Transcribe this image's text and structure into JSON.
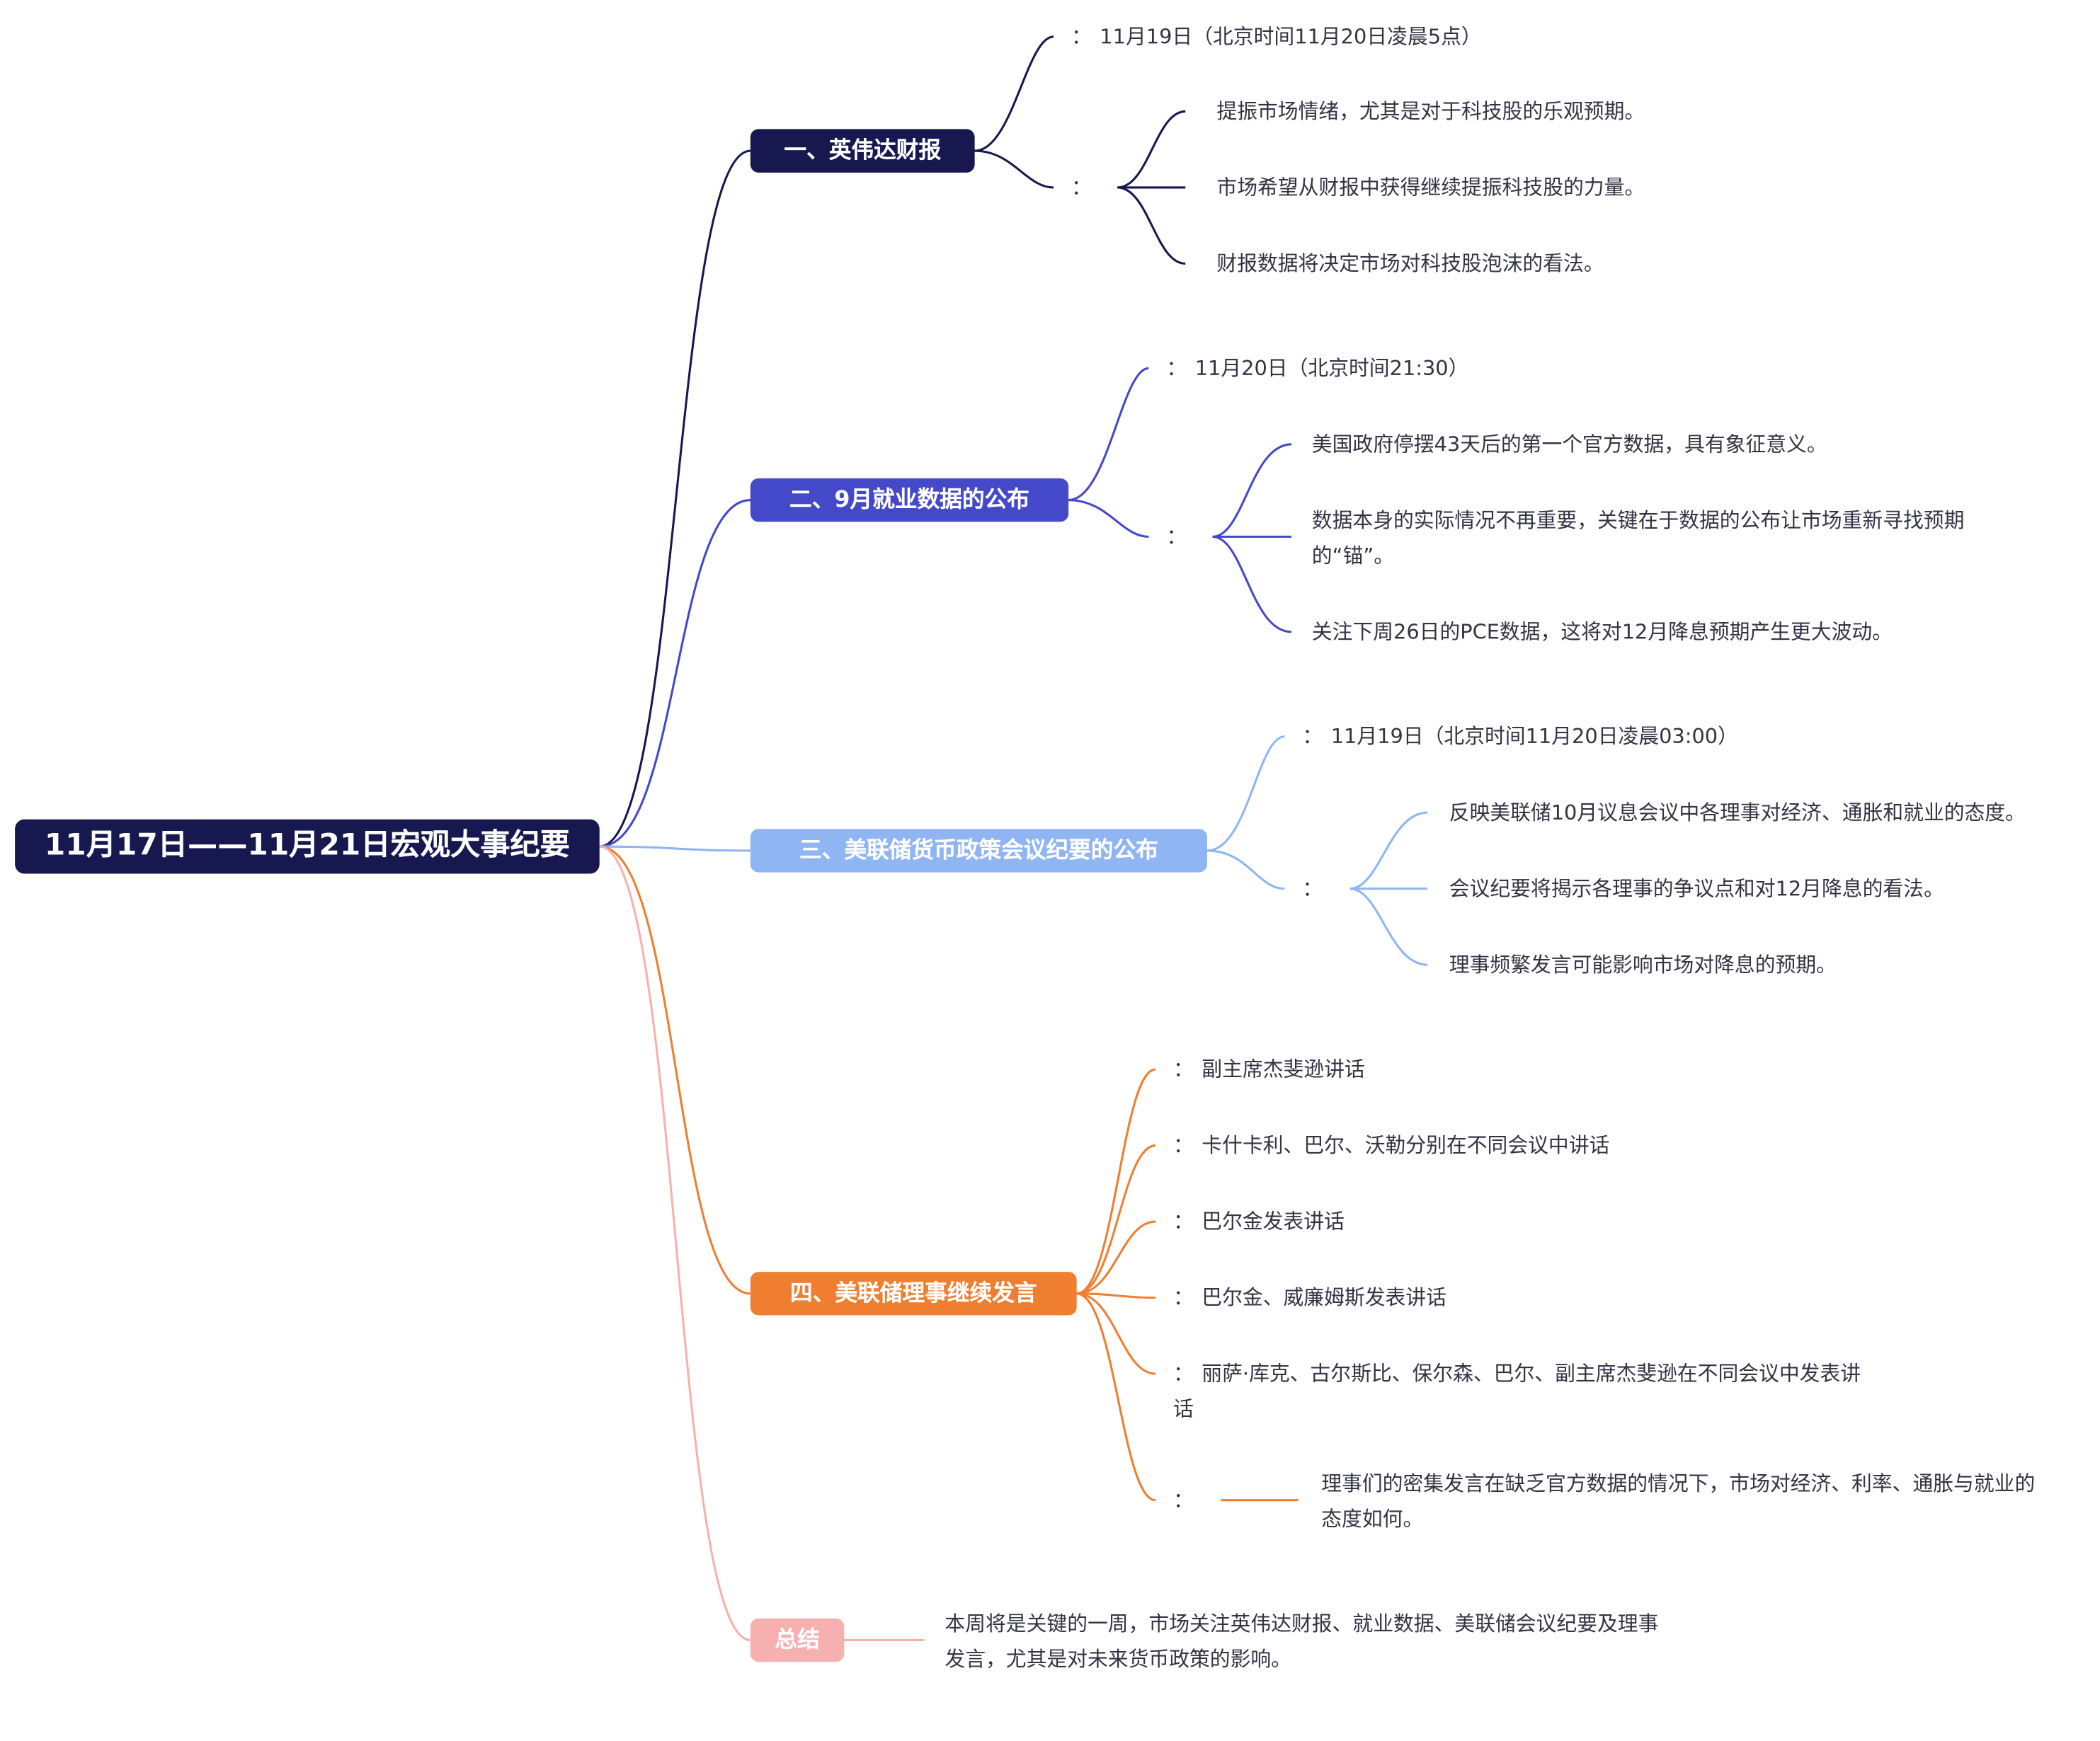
{
  "root": {
    "title": "11月17日——11月21日宏观大事纪要",
    "color": "#17184f"
  },
  "branches": [
    {
      "title": "一、英伟达财报",
      "color": "#17184f",
      "time": "11月19日（北京时间11月20日凌晨5点）",
      "impact_items": [
        "提振市场情绪，尤其是对于科技股的乐观预期。",
        "市场希望从财报中获得继续提振科技股的力量。",
        "财报数据将决定市场对科技股泡沫的看法。"
      ]
    },
    {
      "title": "二、9月就业数据的公布",
      "color": "#4349c8",
      "time": "11月20日（北京时间21:30）",
      "impact_items": [
        "美国政府停摆43天后的第一个官方数据，具有象征意义。",
        "数据本身的实际情况不再重要，关键在于数据的公布让市场重新寻找预期的“锚”。",
        "关注下周26日的PCE数据，这将对12月降息预期产生更大波动。"
      ]
    },
    {
      "title": "三、美联储货币政策会议纪要的公布",
      "color": "#8fb6f2",
      "time": "11月19日（北京时间11月20日凌晨03:00）",
      "impact_items": [
        "反映美联储10月议息会议中各理事对经济、通胀和就业的态度。",
        "会议纪要将揭示各理事的争议点和对12月降息的看法。",
        "理事频繁发言可能影响市场对降息的预期。"
      ]
    },
    {
      "title": "四、美联储理事继续发言",
      "color": "#f07e31",
      "speeches": [
        "副主席杰斐逊讲话",
        "卡什卡利、巴尔、沃勒分别在不同会议中讲话",
        "巴尔金发表讲话",
        "巴尔金、威廉姆斯发表讲话",
        "丽萨·库克、古尔斯比、保尔森、巴尔、副主席杰斐逊在不同会议中发表讲话"
      ],
      "focus": "理事们的密集发言在缺乏官方数据的情况下，市场对经济、利率、通胀与就业的态度如何。"
    },
    {
      "title": "总结",
      "color": "#f7b0b0",
      "text": "本周将是关键的一周，市场关注英伟达财报、就业数据、美联储会议纪要及理事发言，尤其是对未来货币政策的影响。"
    }
  ],
  "colon_glyph": "："
}
